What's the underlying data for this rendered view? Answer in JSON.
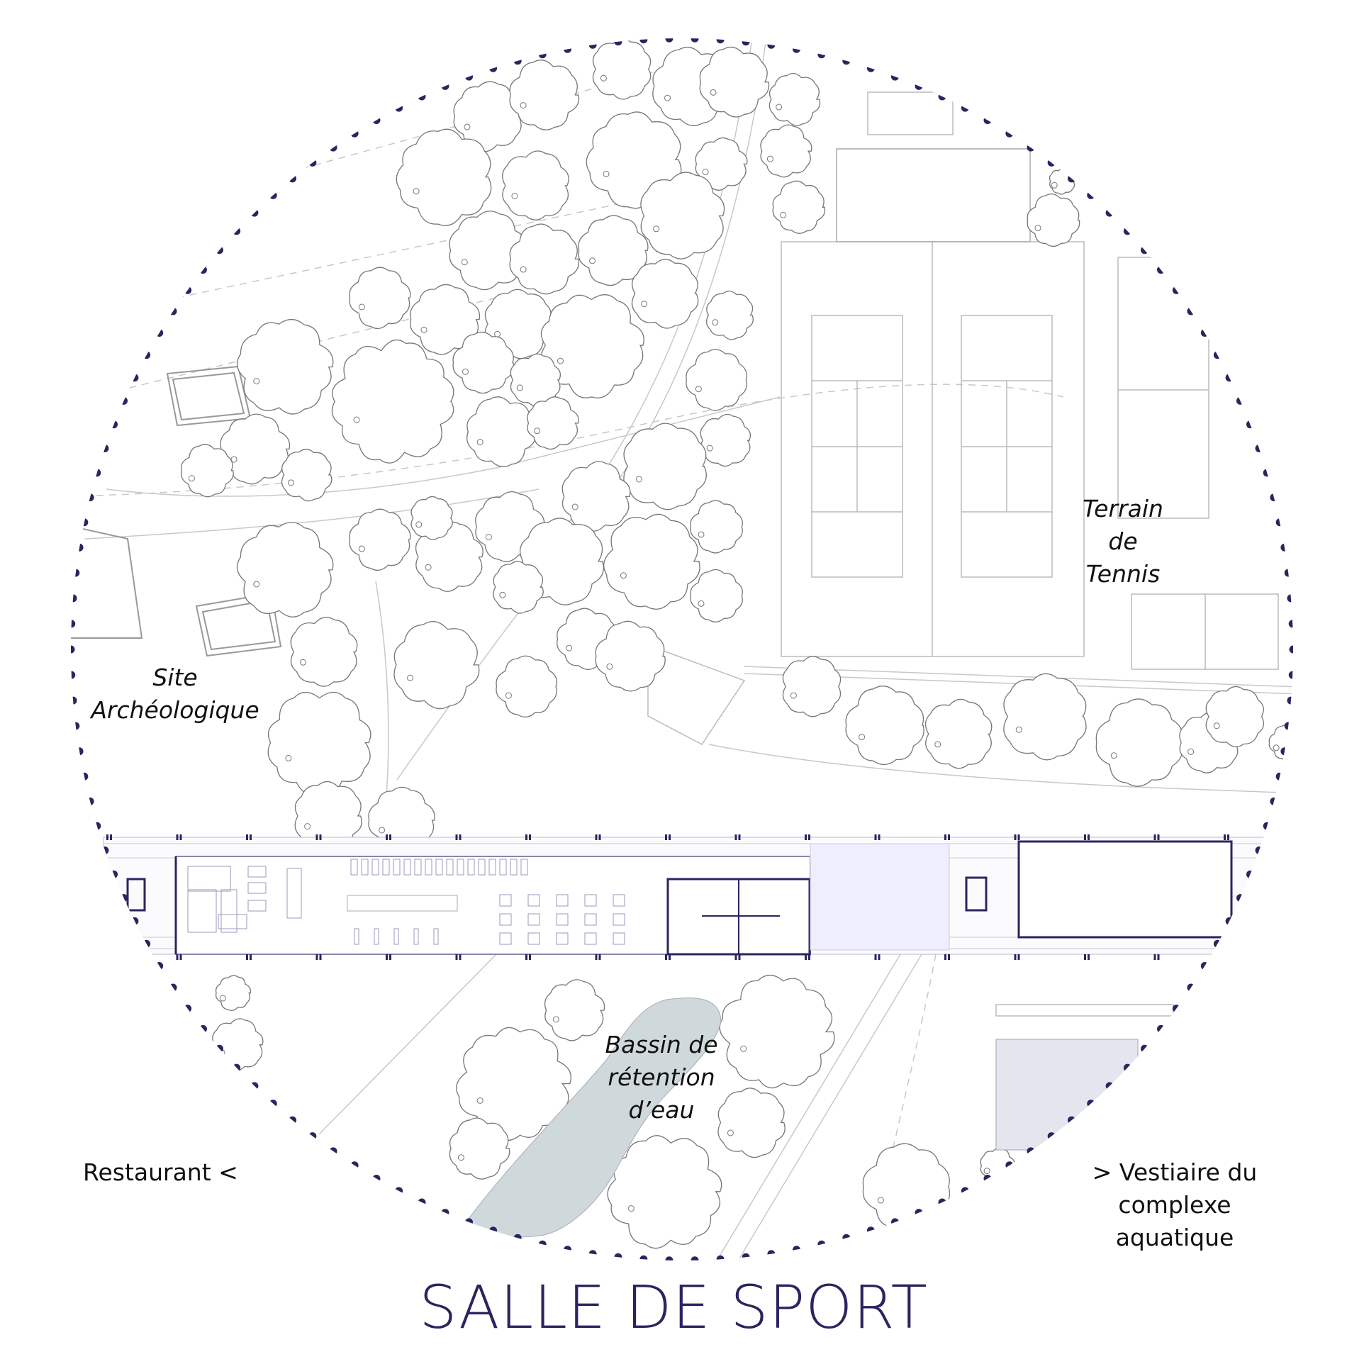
{
  "title": "SALLE DE SPORT",
  "labels": {
    "tennis": [
      "Terrain",
      "de",
      "Tennis"
    ],
    "archeo": [
      "Site",
      "Archéologique"
    ],
    "bassin": [
      "Bassin de",
      "rétention",
      "d’eau"
    ],
    "restaurant": "Restaurant <",
    "vestiaire": [
      "> Vestiaire du",
      "complexe",
      "aquatique"
    ]
  },
  "colors": {
    "accent": "#2a2560",
    "pond": "#cfd9dc",
    "line": "#b8b8c0",
    "tree": "#777777"
  }
}
